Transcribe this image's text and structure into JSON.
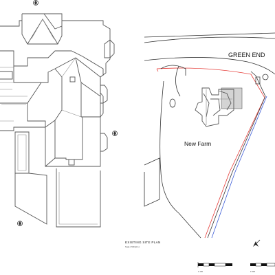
{
  "labels": {
    "road": "GREEN END",
    "site": "New Farm",
    "plan_title": "EXISTING SITE PLAN",
    "plan_subtitle": "Scale 1:500 @ A1",
    "scale_left": "1:100",
    "scale_right": "1:500"
  },
  "colors": {
    "boundary": "#e53935",
    "blue_line": "#3b5bd6",
    "hatch": "#d4d4d4"
  }
}
